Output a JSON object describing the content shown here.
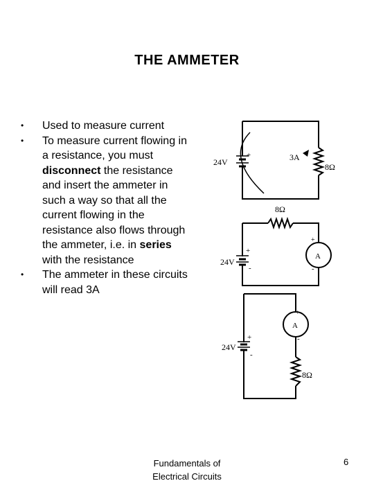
{
  "title": "THE AMMETER",
  "bullets": [
    {
      "parts": [
        {
          "t": "Used to measure current",
          "b": false
        }
      ]
    },
    {
      "parts": [
        {
          "t": "To measure current flowing in a resistance, you must ",
          "b": false
        },
        {
          "t": "disconnect",
          "b": true
        },
        {
          "t": " the resistance and insert the ammeter in such a way so that all the current flowing in the resistance also flows through the ammeter, i.e. in ",
          "b": false
        },
        {
          "t": "series",
          "b": true
        },
        {
          "t": " with the resistance",
          "b": false
        }
      ]
    },
    {
      "parts": [
        {
          "t": "The ammeter in these circuits will read 3A",
          "b": false
        }
      ]
    }
  ],
  "bullet_glyph": "•",
  "circuits": {
    "c1": {
      "voltage": "24V",
      "current": "3A",
      "resistance": "8Ω",
      "plus": "+"
    },
    "c2": {
      "voltage": "24V",
      "resistance": "8Ω",
      "meter": "A",
      "plus": "+",
      "minus": "-"
    },
    "c3": {
      "voltage": "24V",
      "resistance": "8Ω",
      "meter": "A",
      "plus": "+",
      "minus": "-"
    }
  },
  "footer": {
    "line1": "Fundamentals of",
    "line2": "Electrical Circuits"
  },
  "page_number": "6"
}
